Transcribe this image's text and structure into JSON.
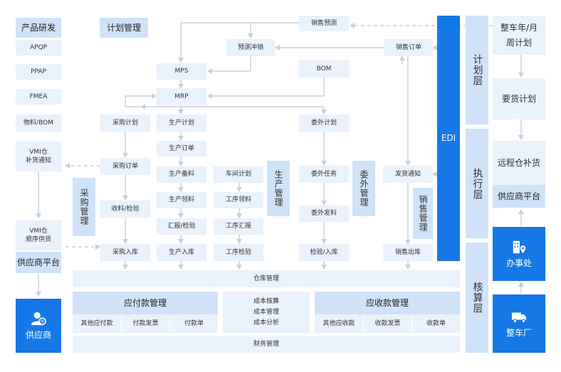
{
  "rd": {
    "title": "产品研发",
    "items": [
      "APQP",
      "PPAP",
      "FMEA",
      "物料/BOM",
      "VMI仓\n补货通知",
      "VMI仓\n顺序供货"
    ],
    "platform": "供应商平台",
    "supplier": "供应商"
  },
  "plan": {
    "title": "计划管理",
    "sales_forecast": "销售预测",
    "forecast_offset": "预测冲销",
    "sales_order": "销售订单",
    "mps": "MPS",
    "bom": "BOM",
    "mrp": "MRP"
  },
  "purchase": {
    "plan": "采购计划",
    "order": "采购订单",
    "receive": "收料/检验",
    "inbound": "采购入库",
    "label": "采购管理"
  },
  "production": {
    "plan": "生产计划",
    "order": "生产订单",
    "prepare": "生产备料",
    "pick": "生产领料",
    "report": "汇报/检验",
    "inbound": "生产入库",
    "workshop_plan": "车间计划",
    "process_pick": "工序领料",
    "process_report": "工序汇报",
    "process_check": "工序检验",
    "label": "生产管理"
  },
  "outsource": {
    "plan": "委外计划",
    "task": "委外任务",
    "send": "委外发料",
    "inbound": "检验/入库",
    "label": "委外管理"
  },
  "sales": {
    "notice": "发货通知",
    "outbound": "销售出库",
    "label": "销售管理"
  },
  "warehouse": "仓库管理",
  "payable": {
    "title": "应付款管理",
    "items": [
      "其他应付款",
      "付款发票",
      "付款单"
    ]
  },
  "cost": [
    "成本核算",
    "成本管理",
    "成本分析"
  ],
  "receivable": {
    "title": "应收款管理",
    "items": [
      "其他应收款",
      "收款发票",
      "收款单"
    ]
  },
  "finance": "财务管理",
  "edi": "EDI",
  "layers": {
    "plan": "计划层",
    "exec": "执行层",
    "account": "核算层"
  },
  "oem": {
    "yearly": "整车年/月\n周计划",
    "demand": "要货计划",
    "remote": "远程仓补货",
    "platform": "供应商平台",
    "office": "办事处",
    "factory": "整车厂"
  },
  "colors": {
    "accent": "#1677e6",
    "light": "#eaf2fb",
    "mid": "#cfe2f7",
    "arrow": "#c8cfd8"
  }
}
